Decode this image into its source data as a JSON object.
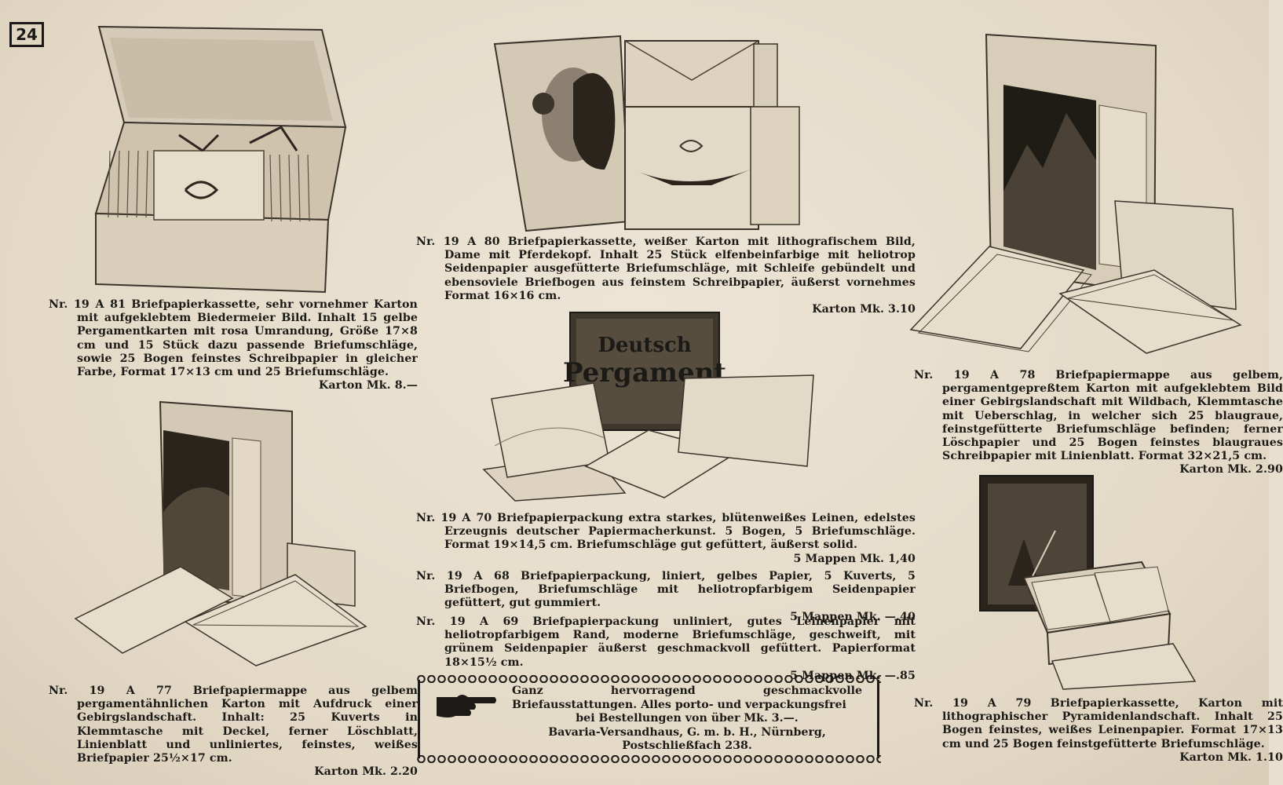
{
  "page_number": "24",
  "items": [
    {
      "id": "19a81",
      "number": "Nr. 19 A 81",
      "name": "Briefpapierkassette,",
      "description": "sehr vornehmer Karton mit aufgeklebtem Biedermeier Bild. Inhalt 15 gelbe Pergamentkarten mit rosa Umrandung, Größe 17×8 cm und 15 Stück dazu passende Briefumschläge, sowie 25 Bogen feinstes Schreibpapier in gleicher Farbe, Format 17×13 cm und 25 Briefumschläge.",
      "price": "Karton Mk. 8.—"
    },
    {
      "id": "19a80",
      "number": "Nr. 19 A 80",
      "name": "Briefpapierkassette,",
      "description": "weißer Karton mit lithografischem Bild, Dame mit Pferdekopf. Inhalt 25 Stück elfenbeinfarbige mit heliotrop Seidenpapier ausgefütterte Briefumschläge, mit Schleife gebündelt und ebensoviele Briefbogen aus feinstem Schreibpapier, äußerst vornehmes Format 16×16 cm.",
      "price": "Karton Mk. 3.10"
    },
    {
      "id": "19a78",
      "number": "Nr. 19 A 78",
      "name": "Briefpapiermappe",
      "description": "aus gelbem, pergamentgepreßtem Karton mit aufgeklebtem Bild einer Gebirgslandschaft mit Wildbach, Klemmtasche mit Ueberschlag, in welcher sich 25 blaugraue, feinstgefütterte Briefumschläge befinden; ferner Löschpapier und 25 Bogen feinstes blaugraues Schreibpapier mit Linienblatt. Format 32×21,5 cm.",
      "price": "Karton Mk. 2.90"
    },
    {
      "id": "19a70",
      "number": "Nr. 19 A 70",
      "name": "Briefpapierpackung",
      "description": "extra starkes, blütenweißes Leinen, edelstes Erzeugnis deutscher Papiermacherkunst. 5 Bogen, 5 Briefumschläge. Format 19×14,5 cm. Briefumschläge gut gefüttert, äußerst solid.",
      "price": "5 Mappen Mk. 1,40"
    },
    {
      "id": "19a68",
      "number": "Nr. 19 A 68",
      "name": "Briefpapierpackung,",
      "description": "liniert, gelbes Papier, 5 Kuverts, 5 Briefbogen, Briefumschläge mit heliotropfarbigem Seidenpapier gefüttert, gut gummiert.",
      "price": "5 Mappen Mk. —.40"
    },
    {
      "id": "19a69",
      "number": "Nr. 19 A 69",
      "name": "Briefpapierpackung",
      "description": "unliniert, gutes Leinenpapier mit heliotropfarbigem Rand, moderne Briefumschläge, geschweift, mit grünem Seidenpapier äußerst geschmackvoll gefüttert. Papierformat 18×15½ cm.",
      "price": "5 Mappen Mk. —.85"
    },
    {
      "id": "19a77",
      "number": "Nr. 19 A 77",
      "name": "Briefpapiermappe",
      "description": "aus gelbem pergamentähnlichen Karton mit Aufdruck einer Gebirgslandschaft. Inhalt: 25 Kuverts in Klemmtasche mit Deckel, ferner Löschblatt, Linienblatt und unliniertes, feinstes, weißes Briefpapier 25½×17 cm.",
      "price": "Karton Mk. 2.20"
    },
    {
      "id": "19a79",
      "number": "Nr. 19 A 79",
      "name": "Briefpapierkassette,",
      "description": "Karton mit lithographischer Pyramidenlandschaft. Inhalt 25 Bogen feinstes, weißes Leinenpapier. Format 17×13 cm und 25 Bogen feinstgefütterte Briefumschläge.",
      "price": "Karton Mk. 1.10"
    }
  ],
  "box_label": {
    "line1": "Deutsch",
    "line2": "Pergament"
  },
  "advert": {
    "line1": "Ganz hervorragend geschmackvolle Briefausstattungen. Alles porto- und verpackungsfrei",
    "line2": "bei Bestellungen von über Mk. 3.—.",
    "line3": "Bavaria-Versandhaus, G. m. b. H., Nürnberg,",
    "line4": "Postschließfach 238."
  },
  "icons": [
    "pointing-hand-icon"
  ],
  "colors": {
    "paper": "#e8dfcf",
    "ink": "#1c1a16"
  }
}
